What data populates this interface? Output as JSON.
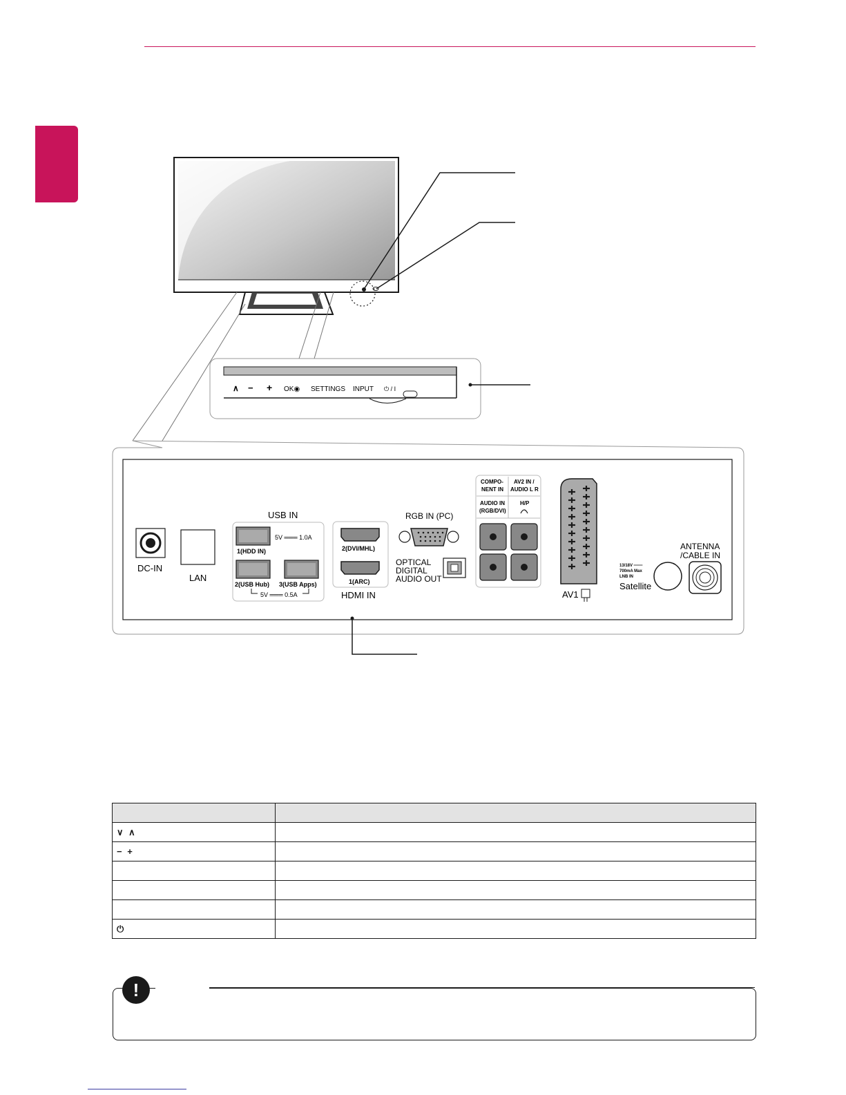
{
  "front_buttons": {
    "up": "∧",
    "minus": "−",
    "plus": "+",
    "ok": "OK◉",
    "settings": "SETTINGS",
    "input": "INPUT",
    "power": "⏻ / I"
  },
  "rear_panel": {
    "dc_in": "DC-IN",
    "lan": "LAN",
    "usb_in": "USB IN",
    "usb_rating_top": "5V ═══ 1.0A",
    "usb1": "1(HDD IN)",
    "usb2": "2(USB Hub)",
    "usb3": "3(USB Apps)",
    "usb_rating_bottom": "5V ═══ 0.5A",
    "hdmi2": "2(DVI/MHL)",
    "hdmi1": "1(ARC)",
    "hdmi_in": "HDMI IN",
    "rgb_in": "RGB IN (PC)",
    "optical_1": "OPTICAL",
    "optical_2": "DIGITAL",
    "optical_3": "AUDIO OUT",
    "component_1": "COMPO-",
    "component_2": "NENT IN",
    "av2_1": "AV2 IN /",
    "av2_2": "AUDIO L R",
    "audio_in_1": "AUDIO IN",
    "audio_in_2": "(RGB/DVI)",
    "hp": "H/P",
    "av1": "AV1",
    "sat_1": "13/18V ═══",
    "sat_2": "700mA Max",
    "sat_3": "LNB IN",
    "satellite": "Satellite",
    "antenna_1": "ANTENNA",
    "antenna_2": "/CABLE IN"
  },
  "table": {
    "rows": [
      {
        "symbol": "∨ ∧"
      },
      {
        "symbol": "− +"
      },
      {
        "symbol": ""
      },
      {
        "symbol": ""
      },
      {
        "symbol": ""
      },
      {
        "symbol": "⏻"
      }
    ]
  },
  "note": {
    "icon": "!"
  },
  "colors": {
    "accent": "#c8145a",
    "ink": "#1a1a1a",
    "header_fill": "#e3e3e3"
  }
}
